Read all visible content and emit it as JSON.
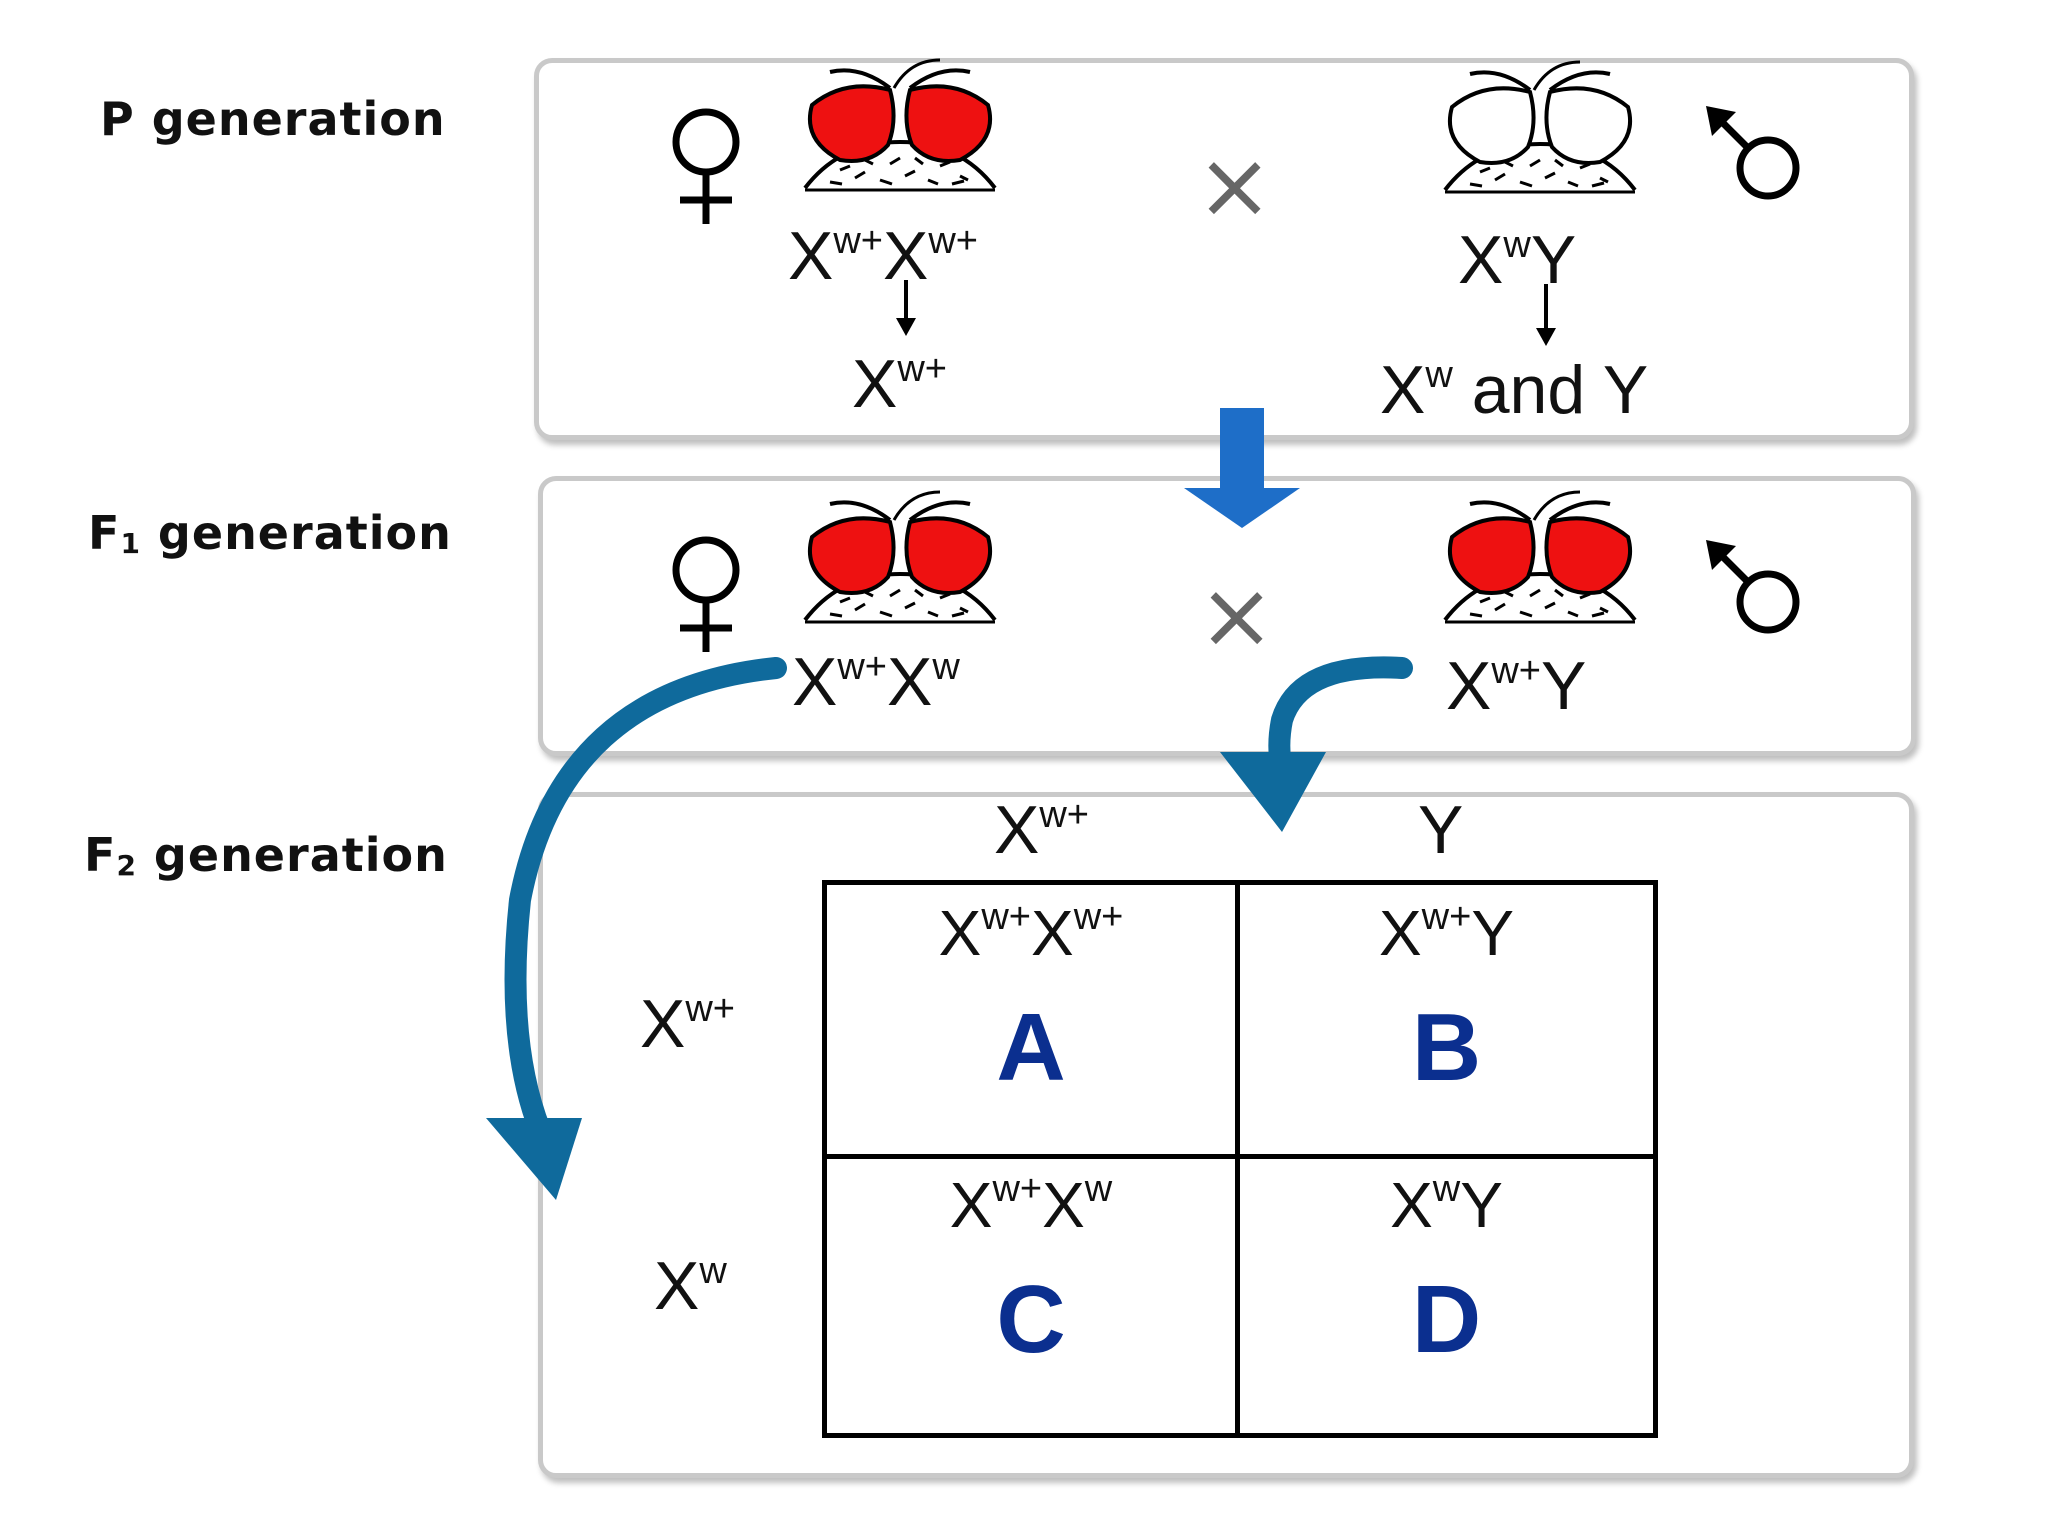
{
  "labels": {
    "p": "P generation",
    "f1_prefix": "F",
    "f1_sub": "1",
    "f2_prefix": "F",
    "f2_sub": "2",
    "gen_word": " generation"
  },
  "p_gen": {
    "female_genotype": {
      "a": "X",
      "a_sup": "w+",
      "b": "X",
      "b_sup": "w+"
    },
    "male_genotype": {
      "a": "X",
      "a_sup": "w",
      "b": "Y"
    },
    "female_gamete": {
      "a": "X",
      "a_sup": "w+"
    },
    "male_gametes": {
      "a": "X",
      "a_sup": "w",
      "rest": " and Y"
    },
    "cross": "×"
  },
  "f1_gen": {
    "female_genotype": {
      "a": "X",
      "a_sup": "w+",
      "b": "X",
      "b_sup": "w"
    },
    "male_genotype": {
      "a": "X",
      "a_sup": "w+",
      "b": "Y"
    },
    "cross": "×"
  },
  "f2_gen": {
    "col_headers": [
      {
        "a": "X",
        "a_sup": "w+"
      },
      {
        "a": "Y",
        "a_sup": ""
      }
    ],
    "row_headers": [
      {
        "a": "X",
        "a_sup": "w+"
      },
      {
        "a": "X",
        "a_sup": "w"
      }
    ],
    "cells": [
      {
        "a": "X",
        "a_sup": "w+",
        "b": "X",
        "b_sup": "w+",
        "letter": "A"
      },
      {
        "a": "X",
        "a_sup": "w+",
        "b": "Y",
        "b_sup": "",
        "letter": "B"
      },
      {
        "a": "X",
        "a_sup": "w+",
        "b": "X",
        "b_sup": "w",
        "letter": "C"
      },
      {
        "a": "X",
        "a_sup": "w",
        "b": "Y",
        "b_sup": "",
        "letter": "D"
      }
    ]
  },
  "colors": {
    "red_eye": "#ee1111",
    "arrow_blue": "#1e6ec8",
    "curve_blue": "#0f6a9c",
    "letter_blue": "#0b2f8f"
  }
}
